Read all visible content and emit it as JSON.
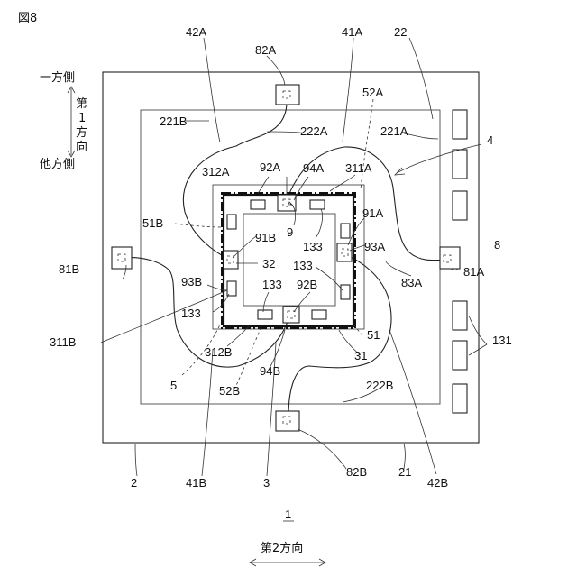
{
  "figure_label": "図8",
  "direction": {
    "first_up": "一方側",
    "first_axis": [
      "第",
      "1",
      "方",
      "向"
    ],
    "first_down": "他方側",
    "second_axis": "第2方向"
  },
  "labels": {
    "l42A": "42A",
    "l82A": "82A",
    "l41A": "41A",
    "l22": "22",
    "l52A": "52A",
    "l221B": "221B",
    "l222A": "222A",
    "l221A": "221A",
    "l4": "4",
    "l92A": "92A",
    "l94A": "94A",
    "l312A": "312A",
    "l311A": "311A",
    "l91A": "91A",
    "l51B": "51B",
    "l9": "9",
    "l133a": "133",
    "l93A": "93A",
    "l91B": "91B",
    "l8": "8",
    "l81B": "81B",
    "l32": "32",
    "l133b": "133",
    "l81A": "81A",
    "l93B": "93B",
    "l133c": "133",
    "l92B": "92B",
    "l83A": "83A",
    "l133d": "133",
    "l51": "51",
    "l131": "131",
    "l311B": "311B",
    "l312B": "312B",
    "l31": "31",
    "l94B": "94B",
    "l5": "5",
    "l52B": "52B",
    "l222B": "222B",
    "l2": "2",
    "l82B": "82B",
    "l21": "21",
    "l41B": "41B",
    "l3": "3",
    "l42B": "42B",
    "l1": "1"
  }
}
